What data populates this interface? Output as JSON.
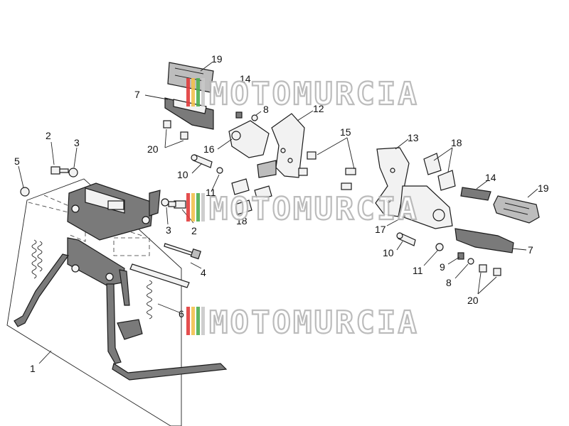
{
  "watermark": {
    "text": "MOTOMURCIA",
    "stripe_colors": [
      "#e23b3b",
      "#f2c14e",
      "#4caf50",
      "#c9c9c9"
    ]
  },
  "callouts": [
    {
      "id": "c1",
      "label": "1"
    },
    {
      "id": "c2a",
      "label": "2"
    },
    {
      "id": "c3a",
      "label": "3"
    },
    {
      "id": "c5",
      "label": "5"
    },
    {
      "id": "c3b",
      "label": "3"
    },
    {
      "id": "c2b",
      "label": "2"
    },
    {
      "id": "c4",
      "label": "4"
    },
    {
      "id": "c6",
      "label": "6"
    },
    {
      "id": "c19a",
      "label": "19"
    },
    {
      "id": "c14a",
      "label": "14"
    },
    {
      "id": "c7a",
      "label": "7"
    },
    {
      "id": "c8a",
      "label": "8"
    },
    {
      "id": "c12",
      "label": "12"
    },
    {
      "id": "c20a",
      "label": "20"
    },
    {
      "id": "c16",
      "label": "16"
    },
    {
      "id": "c10a",
      "label": "10"
    },
    {
      "id": "c11a",
      "label": "11"
    },
    {
      "id": "c18a",
      "label": "18"
    },
    {
      "id": "c15",
      "label": "15"
    },
    {
      "id": "c13",
      "label": "13"
    },
    {
      "id": "c18b",
      "label": "18"
    },
    {
      "id": "c14b",
      "label": "14"
    },
    {
      "id": "c19b",
      "label": "19"
    },
    {
      "id": "c17",
      "label": "17"
    },
    {
      "id": "c7b",
      "label": "7"
    },
    {
      "id": "c10b",
      "label": "10"
    },
    {
      "id": "c11b",
      "label": "11"
    },
    {
      "id": "c9",
      "label": "9"
    },
    {
      "id": "c8b",
      "label": "8"
    },
    {
      "id": "c20b",
      "label": "20"
    }
  ]
}
